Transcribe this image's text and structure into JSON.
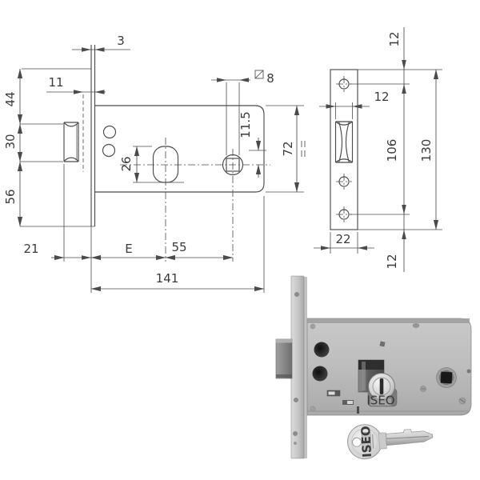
{
  "page": {
    "background": "#ffffff"
  },
  "side_view": {
    "labels": {
      "plate_thickness": "3",
      "roller_center_offset": "11",
      "plate_top_to_roller": "44",
      "roller_opening_height": "30",
      "roller_to_plate_bottom": "56",
      "roller_projection": "21",
      "backset": "E",
      "cylinder_to_follower": "55",
      "total_depth": "141",
      "cylinder_hole_height": "26",
      "axis_offset": "11.5",
      "case_height": "72",
      "follower_square": "8"
    }
  },
  "front_view": {
    "labels": {
      "plate_top_to_first_hole": "12",
      "cutout_width": "12",
      "screw_hole_spacing": "106",
      "plate_length": "130",
      "plate_width": "22",
      "last_hole_to_plate_bottom": "12"
    }
  },
  "photo": {
    "cylinder_stamp": "ISEO",
    "key_stamp": "ISEO"
  },
  "colors": {
    "line": "#4b4b4b",
    "dim_text": "#3a3a3a",
    "metal_light": "#d9d9d9",
    "metal_mid": "#b8b8b8",
    "metal_dark": "#6e6e6e",
    "hole": "#2f2f2f",
    "background": "#ffffff"
  }
}
